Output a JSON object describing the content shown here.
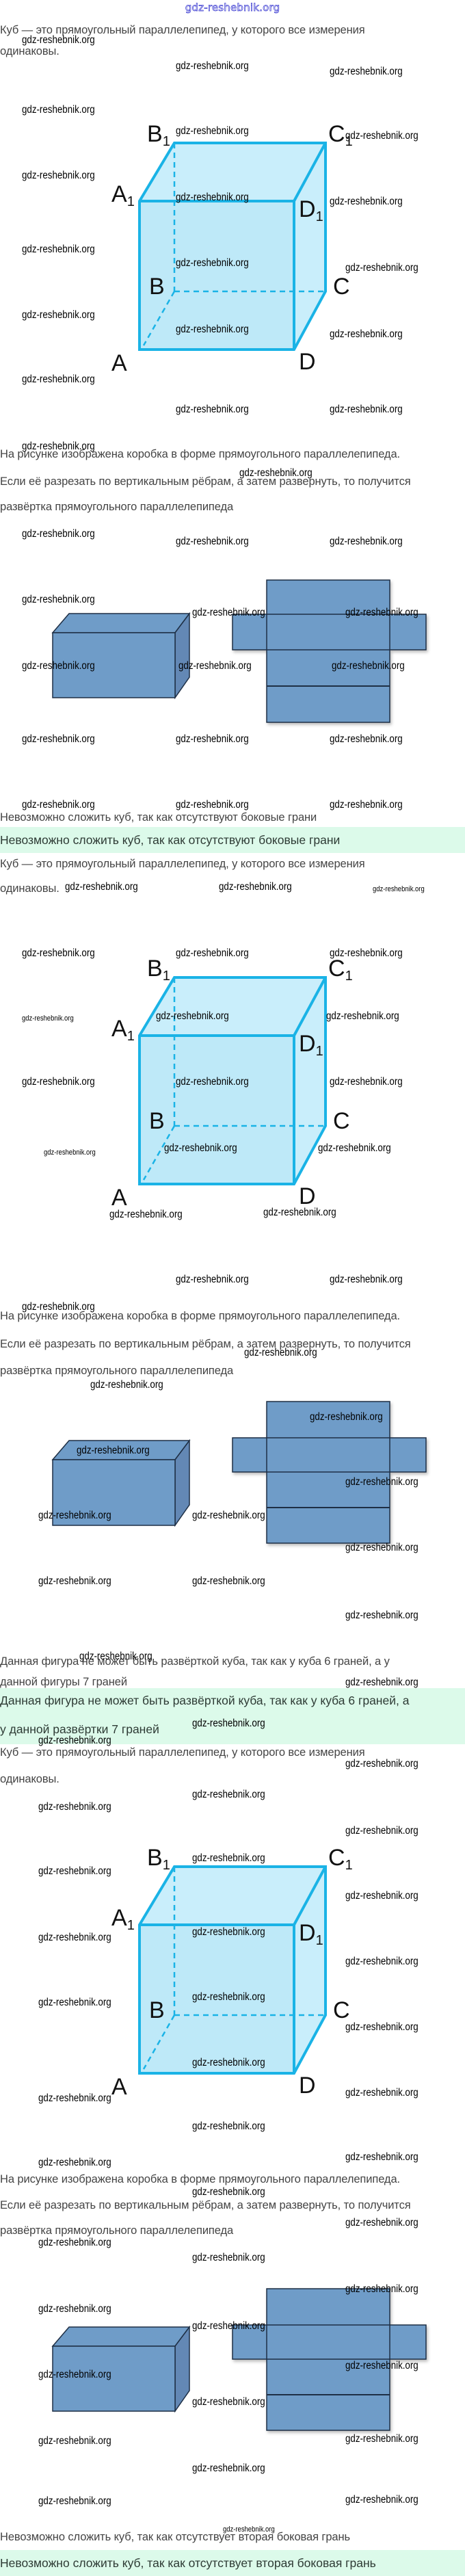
{
  "header": {
    "site_link": "gdz-reshebnik.org"
  },
  "watermark": "gdz-reshebnik.org",
  "colors": {
    "cube_edge": "#1ab3e6",
    "cube_fill": "#c9eefb",
    "box_fill": "#6f9cc8",
    "box_edge": "#1e2f45",
    "answer_bg": "#dcfaea",
    "link": "#3b3bd1"
  },
  "cube_labels": {
    "A": "A",
    "B": "B",
    "C": "C",
    "D": "D",
    "A1": "A",
    "B1": "B",
    "C1": "C",
    "D1": "D",
    "subscript": "1"
  },
  "sections": [
    {
      "definition_line1": "Куб — это прямоугольный параллелепипед, у которого все измерения",
      "definition_line2": "одинаковы.",
      "box_line1": "На рисунке изображена коробка в форме прямоугольного параллелепипеда.",
      "box_line2": "Если её разрезать по вертикальным рёбрам, а затем развернуть, то получится",
      "box_line3": "развёртка прямоугольного параллелепипеда",
      "reason_line1": "Невозможно сложить куб, так как отсутствуют боковые грани",
      "reason_line2": "",
      "answer_line1": "Невозможно сложить куб, так как отсутствуют боковые грани",
      "answer_line2": ""
    },
    {
      "definition_line1": "Куб — это прямоугольный параллелепипед, у которого все измерения",
      "definition_line2": "одинаковы.",
      "box_line1": "На рисунке изображена коробка в форме прямоугольного параллелепипеда.",
      "box_line2": "Если её разрезать по вертикальным рёбрам, а затем развернуть, то получится",
      "box_line3": "развёртка прямоугольного параллелепипеда",
      "reason_line1": "Данная фигура не может быть развёрткой куба, так как у куба 6 граней, а у",
      "reason_line2": "данной фигуры 7 граней",
      "answer_line1": "Данная фигура не может быть развёрткой куба, так как у куба 6 граней, а",
      "answer_line2": "у данной развёртки 7 граней"
    },
    {
      "definition_line1": "Куб — это прямоугольный параллелепипед, у которого все измерения",
      "definition_line2": "одинаковы.",
      "box_line1": "На рисунке изображена коробка в форме прямоугольного параллелепипеда.",
      "box_line2": "Если её разрезать по вертикальным рёбрам, а затем развернуть, то получится",
      "box_line3": "развёртка прямоугольного параллелепипеда",
      "reason_line1": "Невозможно сложить куб, так как отсутствует вторая боковая грань",
      "reason_line2": "",
      "answer_line1": "Невозможно сложить куб, так как отсутствует вторая боковая грань",
      "answer_line2": ""
    }
  ]
}
